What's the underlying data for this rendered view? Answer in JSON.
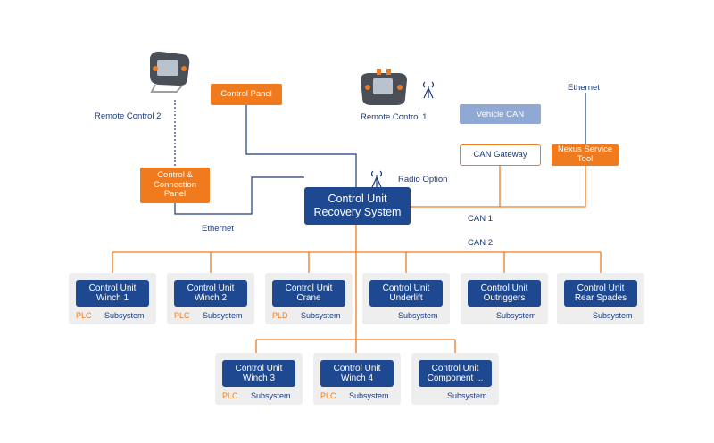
{
  "labels": {
    "remote_control_2": "Remote Control 2",
    "remote_control_1": "Remote Control 1",
    "ethernet_top": "Ethernet",
    "ethernet_left": "Ethernet",
    "radio_option": "Radio Option",
    "can1": "CAN 1",
    "can2": "CAN 2"
  },
  "boxes": {
    "control_panel": "Control Panel",
    "control_connection_panel": [
      "Control &",
      "Connection",
      "Panel"
    ],
    "vehicle_can": "Vehicle CAN",
    "can_gateway": "CAN Gateway",
    "nexus_service_tool": [
      "Nexus Service",
      "Tool"
    ]
  },
  "main_unit": {
    "line1": "Control Unit",
    "line2": "Recovery System"
  },
  "units_row1": [
    {
      "line1": "Control Unit",
      "line2": "Winch 1",
      "tag": "PLC",
      "sub": "Subsystem"
    },
    {
      "line1": "Control Unit",
      "line2": "Winch 2",
      "tag": "PLC",
      "sub": "Subsystem"
    },
    {
      "line1": "Control Unit",
      "line2": "Crane",
      "tag": "PLD",
      "sub": "Subsystem"
    },
    {
      "line1": "Control Unit",
      "line2": "Underlift",
      "tag": "",
      "sub": "Subsystem"
    },
    {
      "line1": "Control Unit",
      "line2": "Outriggers",
      "tag": "",
      "sub": "Subsystem"
    },
    {
      "line1": "Control Unit",
      "line2": "Rear Spades",
      "tag": "",
      "sub": "Subsystem"
    }
  ],
  "units_row2": [
    {
      "line1": "Control Unit",
      "line2": "Winch 3",
      "tag": "PLC",
      "sub": "Subsystem"
    },
    {
      "line1": "Control Unit",
      "line2": "Winch 4",
      "tag": "PLC",
      "sub": "Subsystem"
    },
    {
      "line1": "Control Unit",
      "line2": "Component ...",
      "tag": "",
      "sub": "Subsystem"
    }
  ],
  "colors": {
    "orange": "#f07a1e",
    "navy": "#1e4890",
    "line_navy": "#1a3a7a",
    "steel": "#8fa9d4"
  }
}
